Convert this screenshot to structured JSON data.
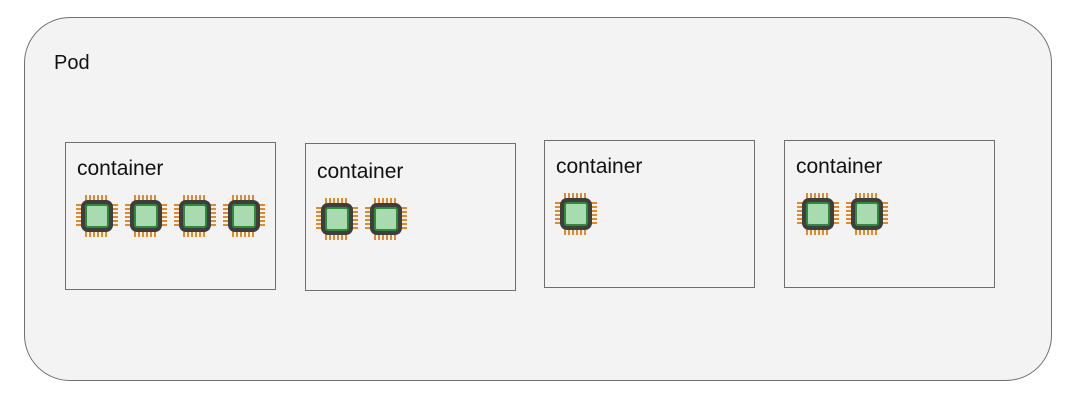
{
  "pod": {
    "label": "Pod"
  },
  "containers": [
    {
      "label": "container",
      "chip_count": 4
    },
    {
      "label": "container",
      "chip_count": 2
    },
    {
      "label": "container",
      "chip_count": 1
    },
    {
      "label": "container",
      "chip_count": 2
    }
  ],
  "colors": {
    "background": "#f3f3f3",
    "border": "#6f6f6f",
    "chip_pins": "#e08a2a",
    "chip_body": "#3e3e3e",
    "chip_core": "#a8dcb0",
    "chip_core_edge": "#2f8a3a"
  },
  "icons": {
    "chip": "cpu-chip-icon"
  }
}
